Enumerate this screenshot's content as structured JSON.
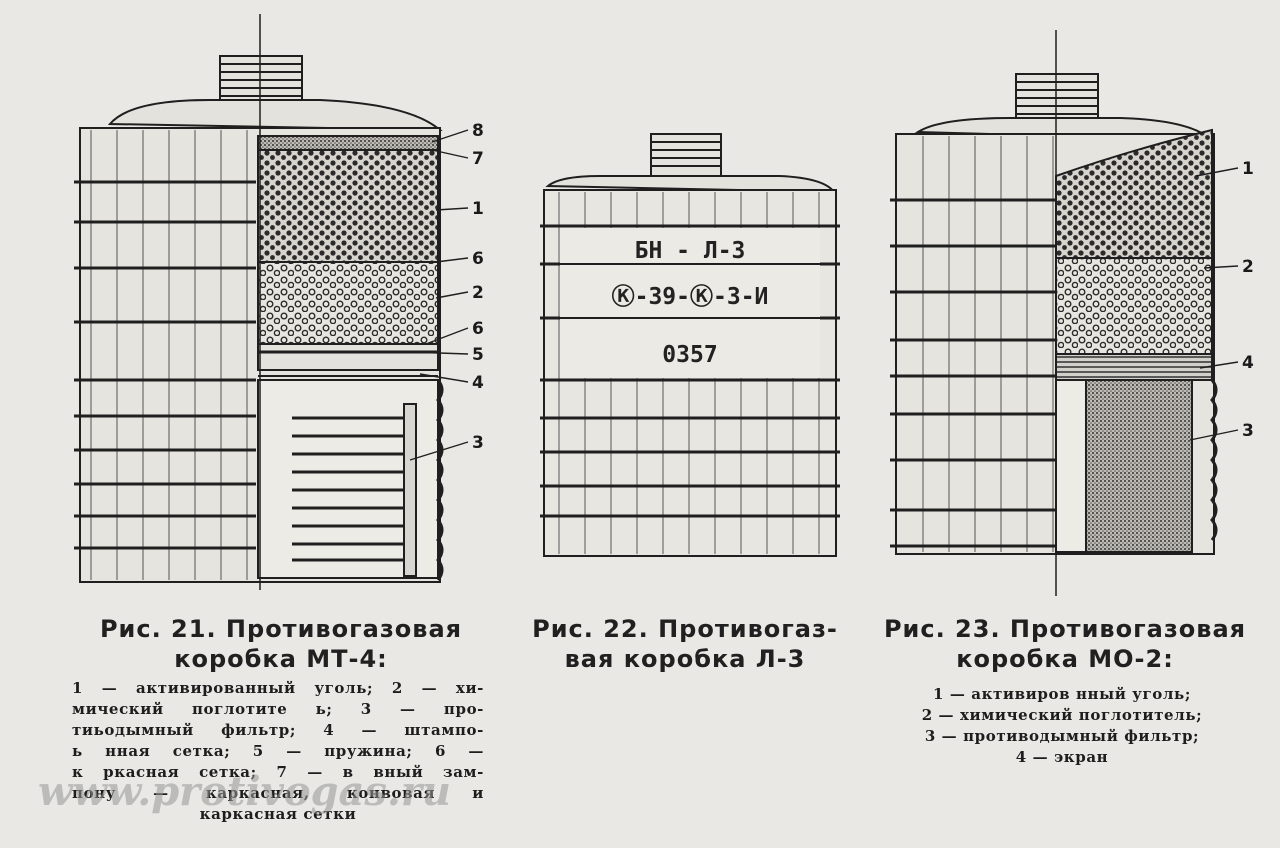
{
  "figures": [
    {
      "caption_line1": "Рис. 21. Противогазовая",
      "caption_line2": "коробка МТ-4:",
      "callouts": [
        "8",
        "7",
        "1",
        "6",
        "2",
        "6",
        "5",
        "4",
        "3"
      ],
      "legend_lines": [
        "1 — активированный уголь; 2 — хи-",
        "мический поглотите ь;  3 — про-",
        "тиьодымный фильтр; 4 — штампо-",
        "ь нная сетка; 5 — пружина; 6 —",
        "к ркасная сетка; 7 — в вный зам-",
        "пону — каркасная, конвовая и",
        "каркасная сетки"
      ]
    },
    {
      "caption_line1": "Рис. 22. Противогаз-",
      "caption_line2": "вая коробка Л-3",
      "stamp_lines": [
        "БН - Л-3",
        "Ⓚ-39-Ⓚ-3-И",
        "0357"
      ]
    },
    {
      "caption_line1": "Рис. 23. Противогазовая",
      "caption_line2": "коробка МО-2:",
      "callouts": [
        "1",
        "2",
        "4",
        "3"
      ],
      "legend_lines": [
        "1 — активиров нный уголь;",
        "2 — химический поглотитель;",
        "3 — противодымный   фильтр;",
        "4 — экран"
      ]
    }
  ],
  "watermark": "www.protivogas.ru",
  "colors": {
    "paper": "#e9e8e4",
    "ink": "#1f1f1f",
    "granule_fill": "#d8d6d0"
  }
}
